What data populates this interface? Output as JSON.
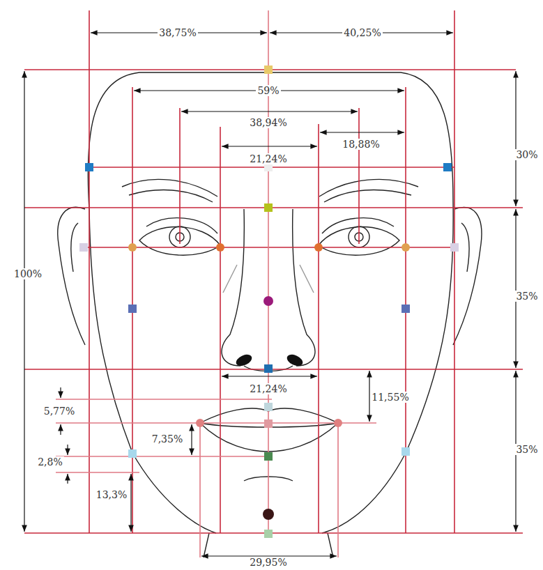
{
  "diagram": {
    "labels": [
      "38,75%",
      "40,25%",
      "59%",
      "38,94%",
      "18,88%",
      "30%",
      "21,24%",
      "100%",
      "35%",
      "21,24%",
      "11,55%",
      "5,77%",
      "35%",
      "7,35%",
      "2,8%",
      "13,3%",
      "29,95%"
    ]
  }
}
